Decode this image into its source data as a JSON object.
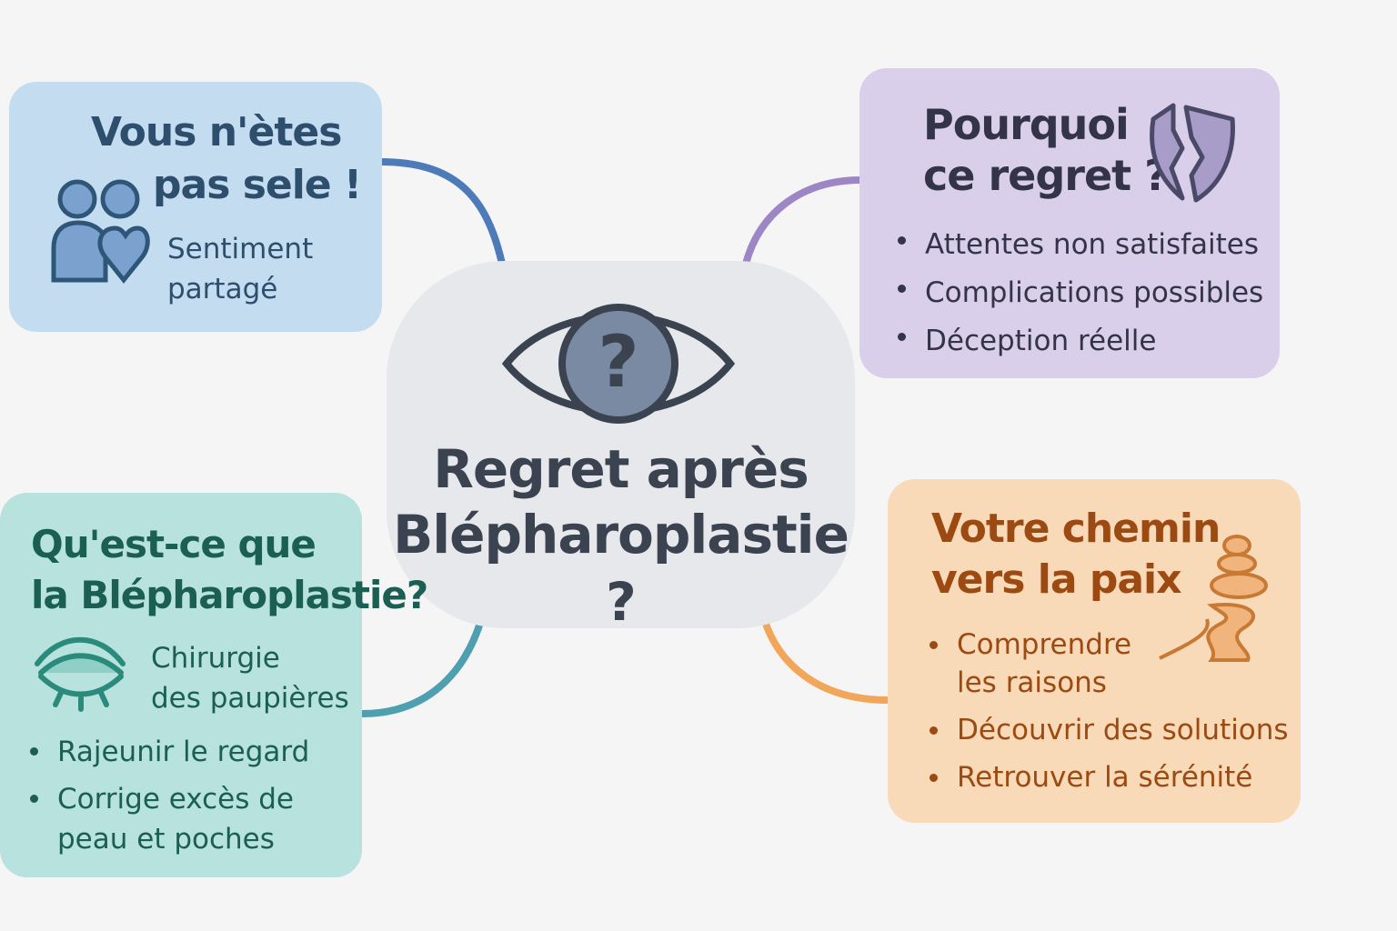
{
  "center": {
    "title_line1": "Regret après",
    "title_line2": "Blépharoplastie ?",
    "icon": "eye-question-icon"
  },
  "top_left": {
    "title_line1": "Vous n'ètes",
    "title_line2": "pas sele !",
    "subtitle_line1": "Sentiment",
    "subtitle_line2": "partagé",
    "icon": "people-heart-icon"
  },
  "top_right": {
    "title_line1": "Pourquoi",
    "title_line2": "ce regret ?",
    "icon": "broken-shield-icon",
    "bullets": [
      "Attentes non satisfaites",
      "Complications possibles",
      "Déception réelle"
    ]
  },
  "bottom_left": {
    "title_line1": "Qu'est-ce que",
    "title_line2": "la Blépharoplastie?",
    "icon": "eyelid-icon",
    "subtitle_line1": "Chirurgie",
    "subtitle_line2": "des paupières",
    "bullets": [
      "Rajeunir le regard",
      "Corrige excès de",
      "peau et poches"
    ]
  },
  "bottom_right": {
    "title_line1": "Votre chemin",
    "title_line2": "vers la paix",
    "icon": "stones-path-icon",
    "bullets": [
      "Comprendre",
      "les raisons",
      "Découvrir des solutions",
      "Retrouver la sérénité"
    ]
  },
  "colors": {
    "blue": "#c3dcf0",
    "purple": "#d9cfea",
    "teal": "#b7e2dd",
    "orange": "#f8d9b8",
    "center": "#e6e8eb"
  }
}
